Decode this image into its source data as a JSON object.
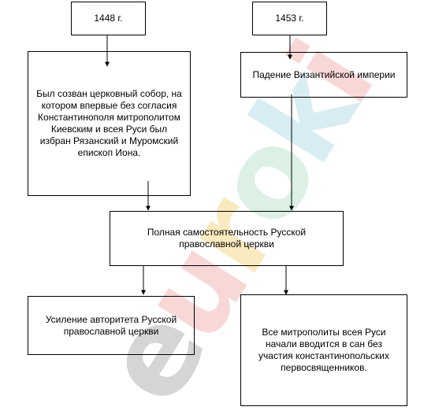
{
  "watermark": {
    "text": "euroki",
    "letter_colors": [
      "#b3b3b3",
      "#f2b6b6",
      "#f5d98a",
      "#bfe3cf",
      "#b6dfe8",
      "#f2b6b6"
    ]
  },
  "diagram": {
    "year_1448": "1448 г.",
    "year_1453": "1453 г.",
    "council_text": "Был созван церковный собор, на котором впервые без согласия Константинополя митрополитом Киевским и всея Руси был избран Рязанский и Муромский епископ Иона.",
    "byzantium_text": "Падение Византийской империи",
    "independence_text": "Полная самостоятельность Русской православной церкви",
    "authority_text": "Усиление авторитета Русской православной церкви",
    "metropolitans_text": "Все митрополиты всея Руси начали вводится в сан без участия константинопольских первосвященников.",
    "line_color": "#000000"
  }
}
